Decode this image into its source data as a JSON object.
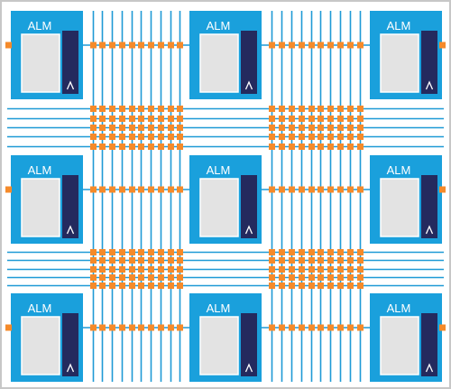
{
  "diagram": {
    "block_label": "ALM",
    "grid": {
      "rows": 3,
      "cols": 3
    },
    "colors": {
      "frame": "#c7c7c7",
      "background": "#ffffff",
      "wire": "#1f9ad6",
      "block_fill": "#1aa0dc",
      "block_label": "#ffffff",
      "lut_fill": "#e3e3e3",
      "lut_border": "#ffffff",
      "ff_fill": "#242a5e",
      "switch": "#f58a2a"
    },
    "blocks": [
      {
        "id": "alm-r1-c1",
        "label": "ALM"
      },
      {
        "id": "alm-r1-c2",
        "label": "ALM"
      },
      {
        "id": "alm-r1-c3",
        "label": "ALM"
      },
      {
        "id": "alm-r2-c1",
        "label": "ALM"
      },
      {
        "id": "alm-r2-c2",
        "label": "ALM"
      },
      {
        "id": "alm-r2-c3",
        "label": "ALM"
      },
      {
        "id": "alm-r3-c1",
        "label": "ALM"
      },
      {
        "id": "alm-r3-c2",
        "label": "ALM"
      },
      {
        "id": "alm-r3-c3",
        "label": "ALM"
      }
    ]
  }
}
